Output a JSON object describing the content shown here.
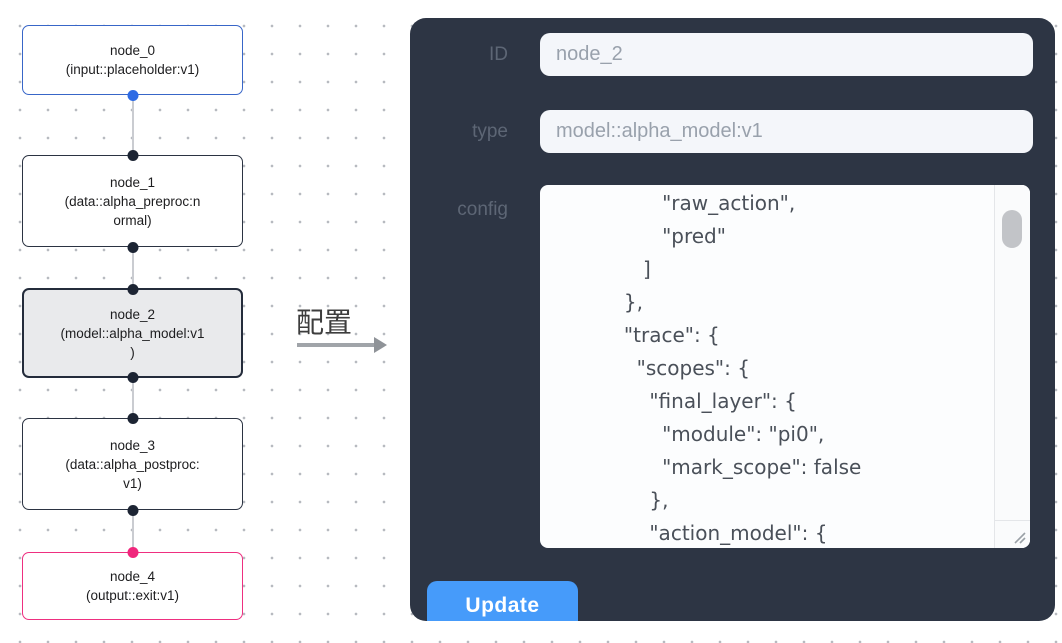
{
  "canvas": {
    "transition_label": "配置",
    "nodes": [
      {
        "label": "node_0\n(input::placeholder:v1)"
      },
      {
        "label": "node_1\n(data::alpha_preproc:n\normal)"
      },
      {
        "label": "node_2\n(model::alpha_model:v1\n)"
      },
      {
        "label": "node_3\n(data::alpha_postproc:\nv1)"
      },
      {
        "label": "node_4\n(output::exit:v1)"
      }
    ]
  },
  "panel": {
    "fields": {
      "id": {
        "label": "ID",
        "value": "node_2"
      },
      "type": {
        "label": "type",
        "value": "model::alpha_model:v1"
      },
      "config": {
        "label": "config",
        "value": "                 \"raw_action\",\n                 \"pred\"\n              ]\n           },\n           \"trace\": {\n             \"scopes\": {\n               \"final_layer\": {\n                 \"module\": \"pi0\",\n                 \"mark_scope\": false\n               },\n               \"action_model\": {"
      }
    },
    "update_button": "Update"
  },
  "colors": {
    "panel_bg": "#2d3544",
    "accent_blue": "#469bfa",
    "input_node_border": "#3866c8",
    "output_node_border": "#ee2f80",
    "default_node_border": "#2b3342",
    "selected_node_bg": "#e9eaec",
    "handle_dark": "#1c2433",
    "handle_blue": "#2e6be4",
    "handle_pink": "#f0267c"
  }
}
